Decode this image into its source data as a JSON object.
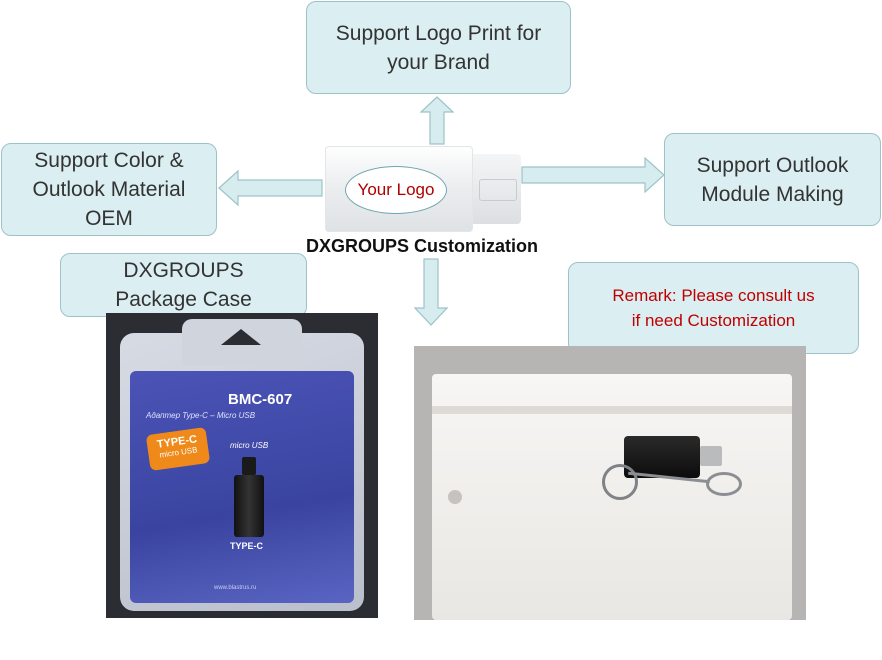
{
  "boxes": {
    "logo_print": [
      "Support Logo Print for",
      "your Brand"
    ],
    "color_material": [
      "Support Color &",
      "Outlook Material",
      "OEM"
    ],
    "outlook_module": [
      "Support Outlook",
      "Module Making"
    ],
    "package_case": [
      "DXGROUPS",
      "Package Case"
    ],
    "remark": [
      "Remark:  Please consult us",
      "if need Customization"
    ]
  },
  "center": {
    "logo_text": "Your Logo",
    "caption": "DXGROUPS  Customization"
  },
  "package": {
    "model": "BMC-607",
    "subtitle": "Адаптер Type-C – Micro USB",
    "badge_line1": "TYPE-C",
    "badge_line2": "micro USB",
    "label_top": "micro USB",
    "label_bottom": "TYPE-C",
    "website": "www.blastrus.ru"
  },
  "colors": {
    "box_fill": "#dbeef1",
    "box_border": "#9cc3c9",
    "arrow_fill": "#d6ecef",
    "remark_text": "#c00000",
    "logo_text": "#b00000"
  }
}
